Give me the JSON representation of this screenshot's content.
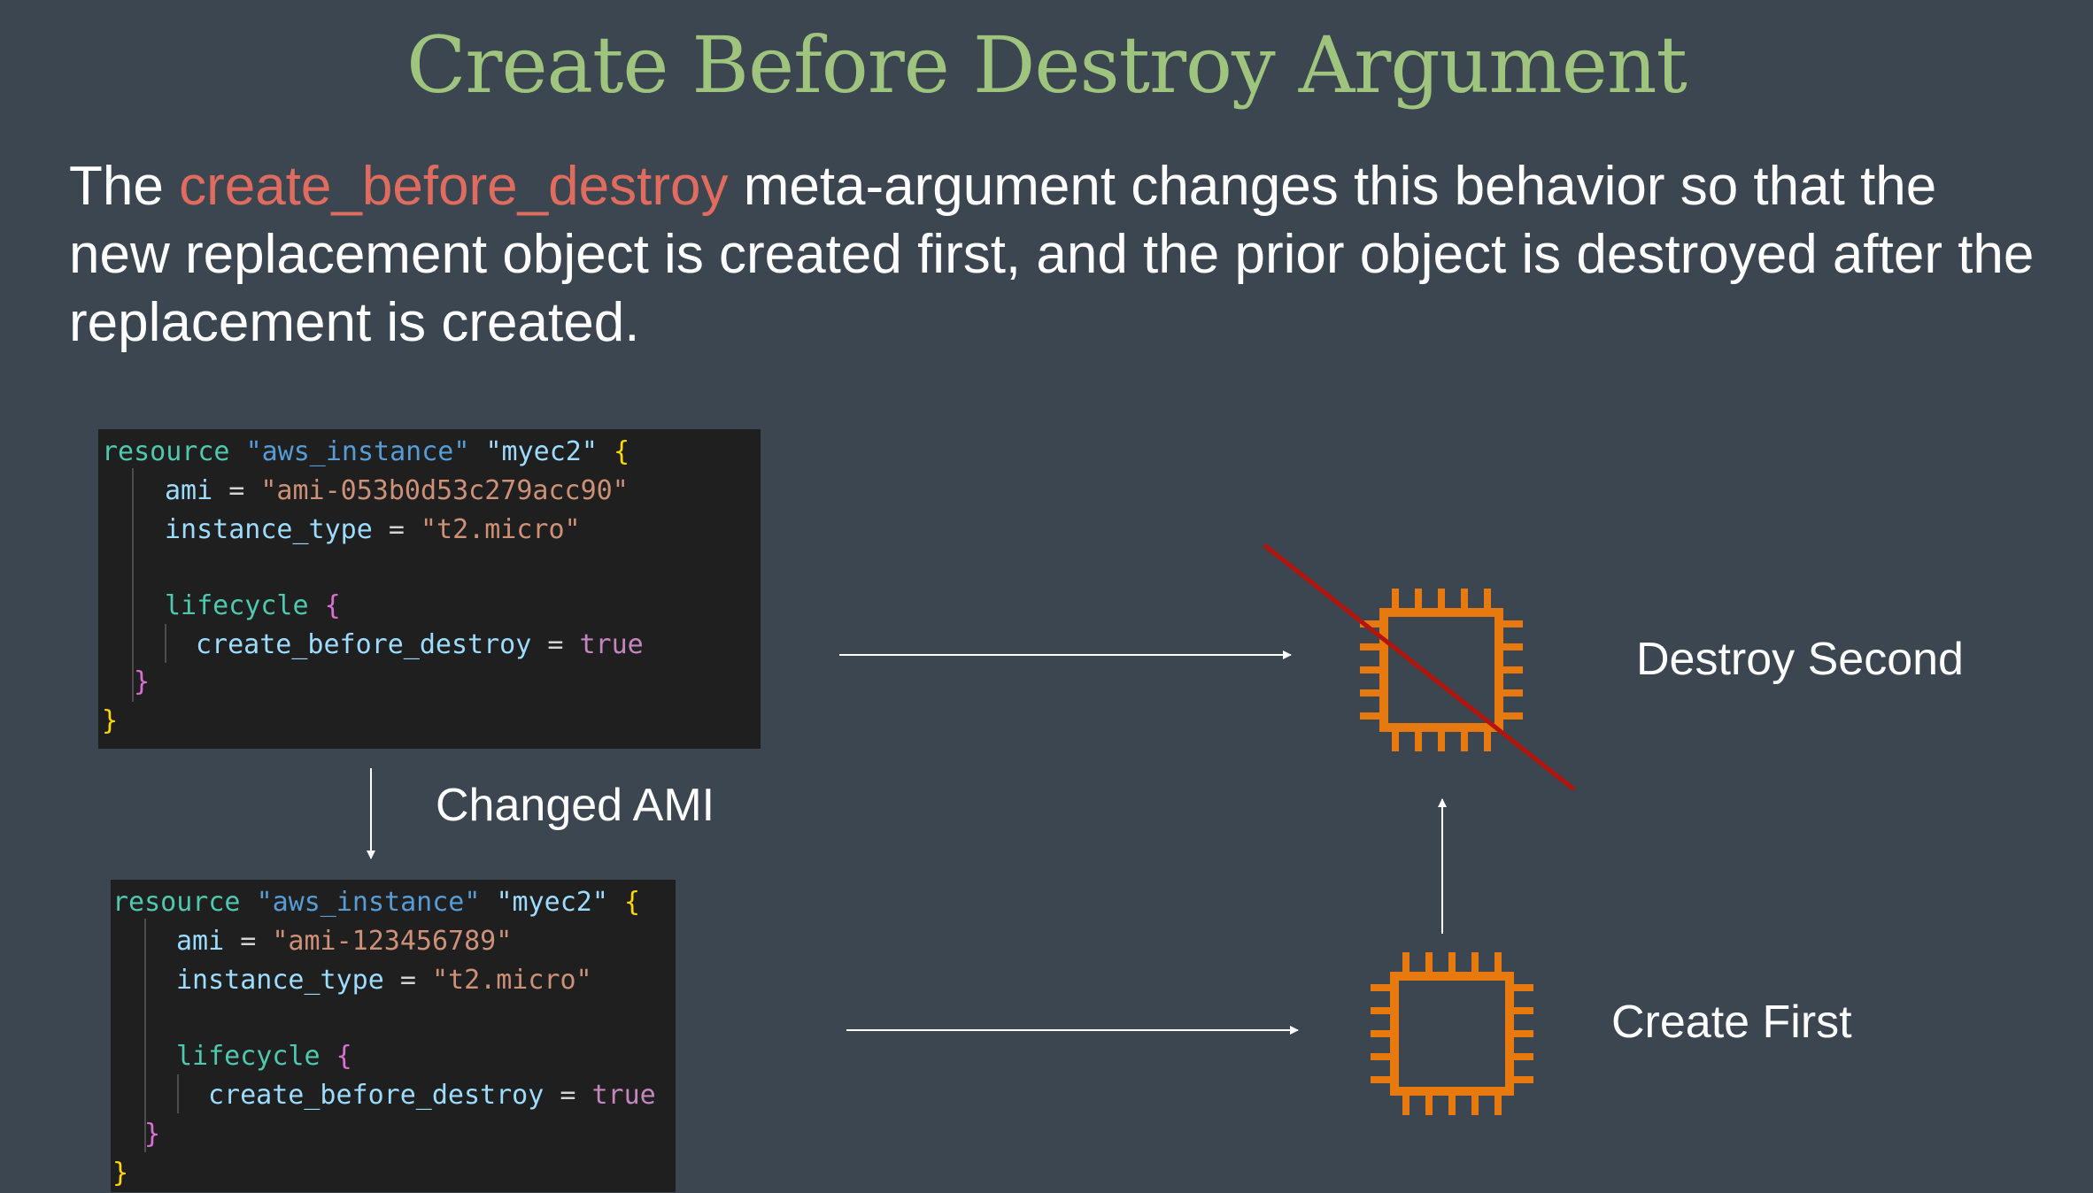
{
  "slide": {
    "title": "Create Before Destroy Argument",
    "intro": {
      "prefix": "The ",
      "keyword": "create_before_destroy",
      "suffix": " meta-argument changes this behavior so that the new replacement object is created first, and the prior object is destroyed after the replacement is created."
    }
  },
  "code_before": {
    "resource_kw": "resource",
    "resource_type": "\"aws_instance\"",
    "resource_name": "\"myec2\"",
    "open_brace": "{",
    "ami_key": "ami",
    "eq": "=",
    "ami_value": "\"ami-053b0d53c279acc90\"",
    "instance_type_key": "instance_type",
    "instance_type_value": "\"t2.micro\"",
    "lifecycle_kw": "lifecycle",
    "lifecycle_open": "{",
    "cbd_key": "create_before_destroy",
    "cbd_value": "true",
    "lifecycle_close": "}",
    "close_brace": "}"
  },
  "code_after": {
    "resource_kw": "resource",
    "resource_type": "\"aws_instance\"",
    "resource_name": "\"myec2\"",
    "open_brace": "{",
    "ami_key": "ami",
    "eq": "=",
    "ami_value": "\"ami-123456789\"",
    "instance_type_key": "instance_type",
    "instance_type_value": "\"t2.micro\"",
    "lifecycle_kw": "lifecycle",
    "lifecycle_open": "{",
    "cbd_key": "create_before_destroy",
    "cbd_value": "true",
    "lifecycle_close": "}",
    "close_brace": "}"
  },
  "labels": {
    "changed": "Changed AMI",
    "destroy": "Destroy Second",
    "create": "Create First"
  },
  "icons": {
    "old_instance": "ec2-chip-icon",
    "new_instance": "ec2-chip-icon",
    "strike": "strike-through-line"
  },
  "colors": {
    "background": "#3b4650",
    "title": "#9ec47e",
    "keyword": "#e06c5f",
    "chip": "#e8790f",
    "strike": "#b3140c",
    "code_bg": "#1f1f1f"
  }
}
